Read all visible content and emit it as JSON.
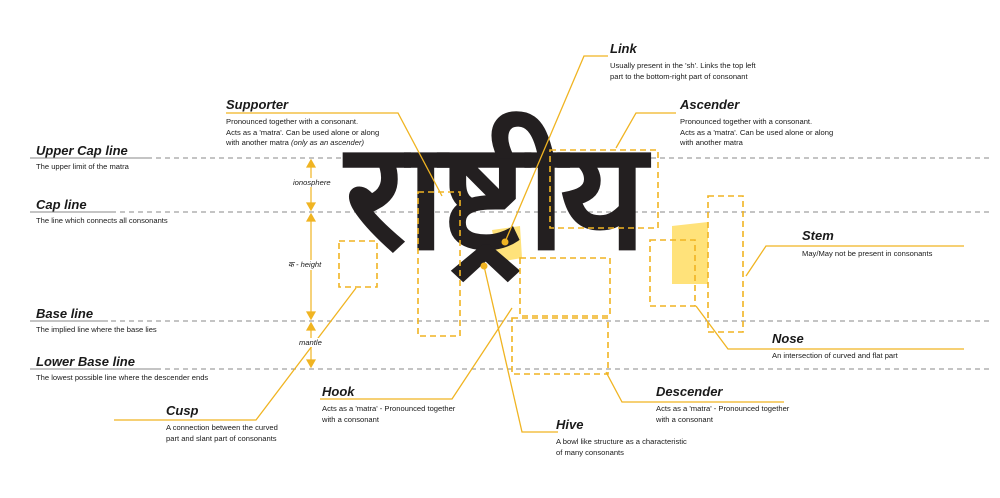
{
  "word": "राष्ट्रीय",
  "colors": {
    "accent": "#f0b422",
    "highlight": "#ffe27a",
    "ink": "#231f20",
    "guide": "#888888"
  },
  "guides": [
    {
      "title": "Upper Cap line",
      "desc": "The upper limit of the matra"
    },
    {
      "title": "Cap line",
      "desc": "The line which connects all consonants"
    },
    {
      "title": "Base line",
      "desc": "The implied line where the base lies"
    },
    {
      "title": "Lower Base line",
      "desc": "The lowest possible line where the descender ends"
    }
  ],
  "zones": {
    "ionosphere": "ionosphere",
    "height": "क - height",
    "mantle": "mantle"
  },
  "parts": {
    "supporter": {
      "title": "Supporter",
      "lines": [
        "Pronounced together with a consonant.",
        "Acts as a 'matra'. Can be used alone or along",
        "with another matra"
      ],
      "note": "(only as an ascender)"
    },
    "link": {
      "title": "Link",
      "lines": [
        "Usually present in the 'sh'. Links the top left",
        "part to the bottom-right part of consonant"
      ]
    },
    "ascender": {
      "title": "Ascender",
      "lines": [
        "Pronounced together with a consonant.",
        "Acts as a 'matra'. Can be used alone or along",
        "with another matra"
      ]
    },
    "stem": {
      "title": "Stem",
      "lines": [
        "May/May not be present in consonants"
      ]
    },
    "nose": {
      "title": "Nose",
      "lines": [
        "An intersection of curved and flat part"
      ]
    },
    "hook": {
      "title": "Hook",
      "lines": [
        "Acts as a 'matra' - Pronounced together",
        "with a consonant"
      ]
    },
    "descender": {
      "title": "Descender",
      "lines": [
        "Acts as a 'matra' - Pronounced together",
        "with a consonant"
      ]
    },
    "cusp": {
      "title": "Cusp",
      "lines": [
        "A connection between the curved",
        "part and slant part of consonants"
      ]
    },
    "hive": {
      "title": "Hive",
      "lines": [
        "A bowl like structure as a characteristic",
        "of many consonants"
      ]
    }
  }
}
